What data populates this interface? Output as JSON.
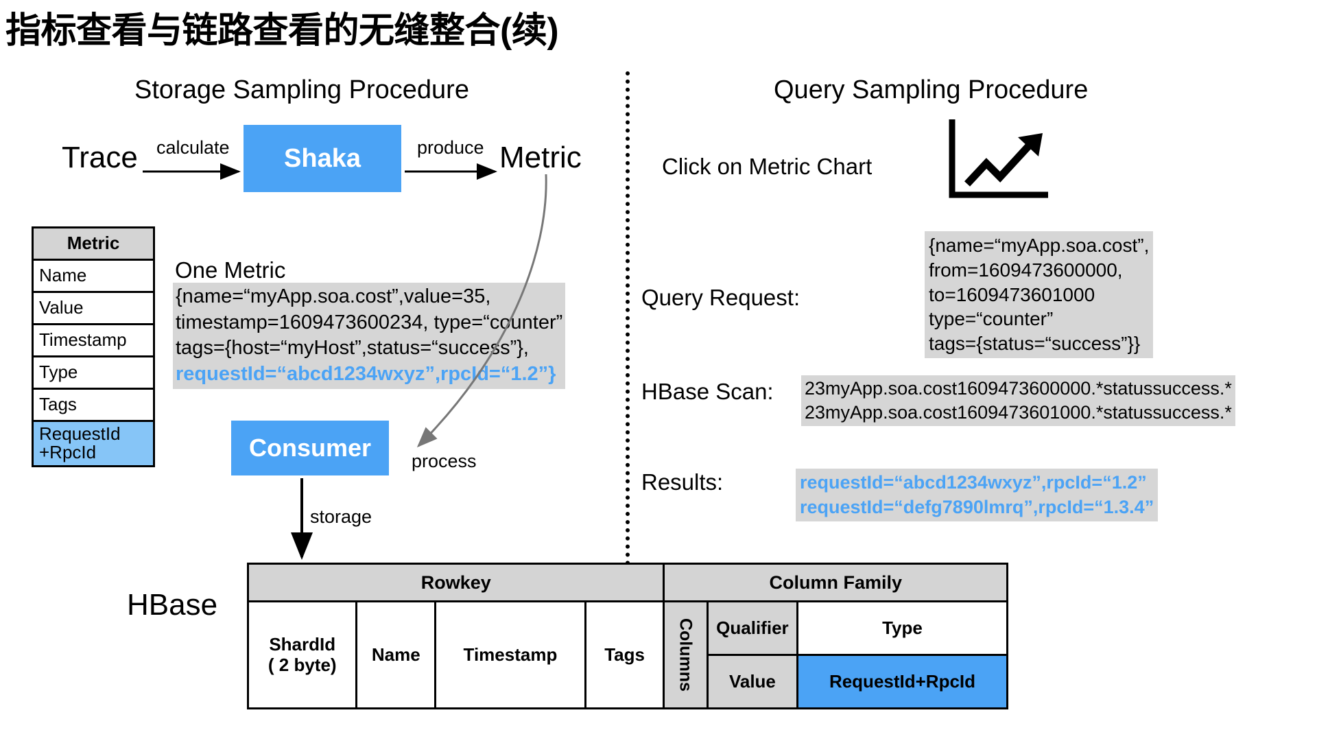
{
  "title": "指标查看与链路查看的无缝整合(续)",
  "colors": {
    "accent_blue": "#4ba3f5",
    "light_blue": "#86c5f7",
    "grey_block": "#d6d6d6",
    "grey_header": "#d4d4d4"
  },
  "storage": {
    "heading": "Storage Sampling Procedure",
    "trace_label": "Trace",
    "calculate_label": "calculate",
    "shaka_label": "Shaka",
    "produce_label": "produce",
    "metric_label": "Metric",
    "consumer_label": "Consumer",
    "process_label": "process",
    "storage_label": "storage",
    "one_metric_label": "One Metric",
    "one_metric_lines": [
      "{name=“myApp.soa.cost”,value=35,",
      "timestamp=1609473600234, type=“counter”",
      "tags={host=“myHost”,status=“success”},"
    ],
    "one_metric_highlight": "requestId=“abcd1234wxyz”,rpcId=“1.2”}",
    "metric_table": {
      "header": "Metric",
      "rows": [
        {
          "label": "Name",
          "highlight": false
        },
        {
          "label": "Value",
          "highlight": false
        },
        {
          "label": "Timestamp",
          "highlight": false
        },
        {
          "label": "Type",
          "highlight": false
        },
        {
          "label": "Tags",
          "highlight": false
        },
        {
          "label": "RequestId\n+RpcId",
          "highlight": true
        }
      ]
    }
  },
  "query": {
    "heading": "Query Sampling Procedure",
    "click_metric_chart": "Click on Metric Chart",
    "chart_icon": "line-chart-up-icon",
    "query_request_label": "Query Request:",
    "query_request_lines": [
      "{name=“myApp.soa.cost”,",
      "from=1609473600000,",
      "to=1609473601000",
      "type=“counter”",
      "tags={status=“success”}}"
    ],
    "hbase_scan_label": "HBase Scan:",
    "hbase_scan_lines": [
      "23myApp.soa.cost1609473600000.*statussuccess.*",
      "23myApp.soa.cost1609473601000.*statussuccess.*"
    ],
    "results_label": "Results:",
    "results_lines": [
      "requestId=“abcd1234wxyz”,rpcId=“1.2”",
      "requestId=“defg7890lmrq”,rpcId=“1.3.4”"
    ]
  },
  "hbase": {
    "label": "HBase",
    "group_rowkey": "Rowkey",
    "group_column_family": "Column Family",
    "columns_vertical_label": "Columns",
    "rowkey_columns": [
      "ShardId\n( 2 byte)",
      "Name",
      "Timestamp",
      "Tags"
    ],
    "cf_rows": [
      {
        "qualifier": "Qualifier",
        "value": "Type",
        "highlight": false
      },
      {
        "qualifier": "Value",
        "value": "RequestId+RpcId",
        "highlight": true
      }
    ]
  }
}
